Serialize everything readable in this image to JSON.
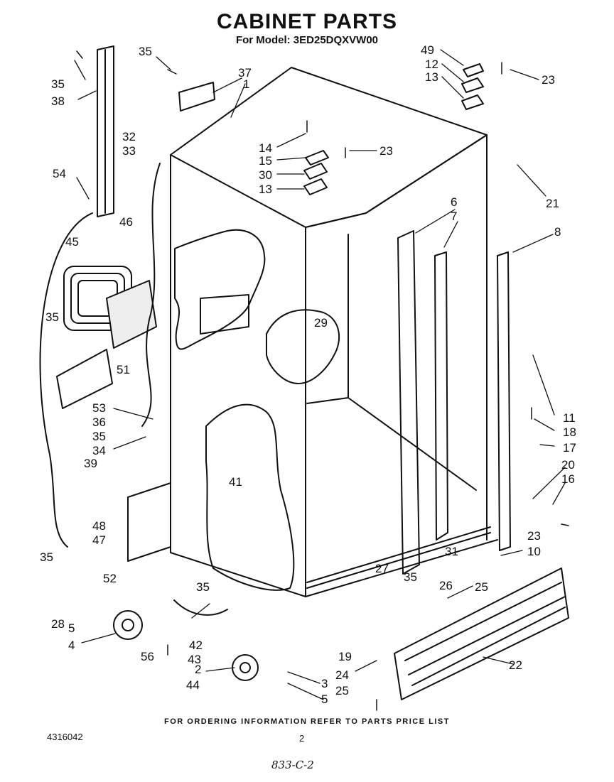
{
  "title": "CABINET PARTS",
  "subtitle": "For Model: 3ED25DQXVW00",
  "footer_note": "FOR ORDERING INFORMATION REFER TO PARTS PRICE LIST",
  "document_number": "4316042",
  "page_number": "2",
  "handwritten_note": "833-C-2",
  "callouts": [
    "35",
    "38",
    "35",
    "37",
    "1",
    "49",
    "12",
    "13",
    "23",
    "32",
    "33",
    "54",
    "14",
    "15",
    "30",
    "13",
    "23",
    "21",
    "46",
    "45",
    "6",
    "7",
    "8",
    "35",
    "29",
    "51",
    "11",
    "18",
    "17",
    "53",
    "36",
    "35",
    "34",
    "39",
    "41",
    "20",
    "16",
    "48",
    "47",
    "23",
    "10",
    "31",
    "35",
    "52",
    "35",
    "27",
    "35",
    "26",
    "25",
    "28",
    "5",
    "4",
    "56",
    "42",
    "43",
    "19",
    "24",
    "22",
    "2",
    "44",
    "3",
    "5",
    "25"
  ]
}
